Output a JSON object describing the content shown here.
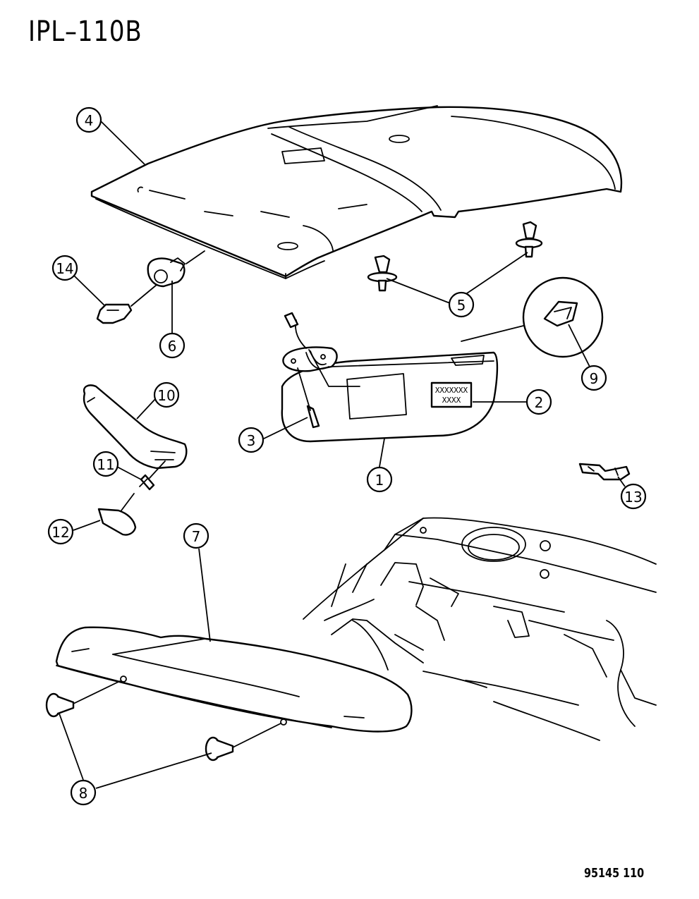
{
  "title": "IPL–110B",
  "reference": "95145 110",
  "sunvisor_label": {
    "line1": "XXXXXXX",
    "line2": "XXXX"
  },
  "callouts": [
    {
      "id": "c1",
      "label": "1"
    },
    {
      "id": "c2",
      "label": "2"
    },
    {
      "id": "c3",
      "label": "3"
    },
    {
      "id": "c4",
      "label": "4"
    },
    {
      "id": "c5",
      "label": "5"
    },
    {
      "id": "c6",
      "label": "6"
    },
    {
      "id": "c7",
      "label": "7"
    },
    {
      "id": "c8",
      "label": "8"
    },
    {
      "id": "c9",
      "label": "9"
    },
    {
      "id": "c10",
      "label": "10"
    },
    {
      "id": "c11",
      "label": "11"
    },
    {
      "id": "c12",
      "label": "12"
    },
    {
      "id": "c13",
      "label": "13"
    },
    {
      "id": "c14",
      "label": "14"
    }
  ]
}
